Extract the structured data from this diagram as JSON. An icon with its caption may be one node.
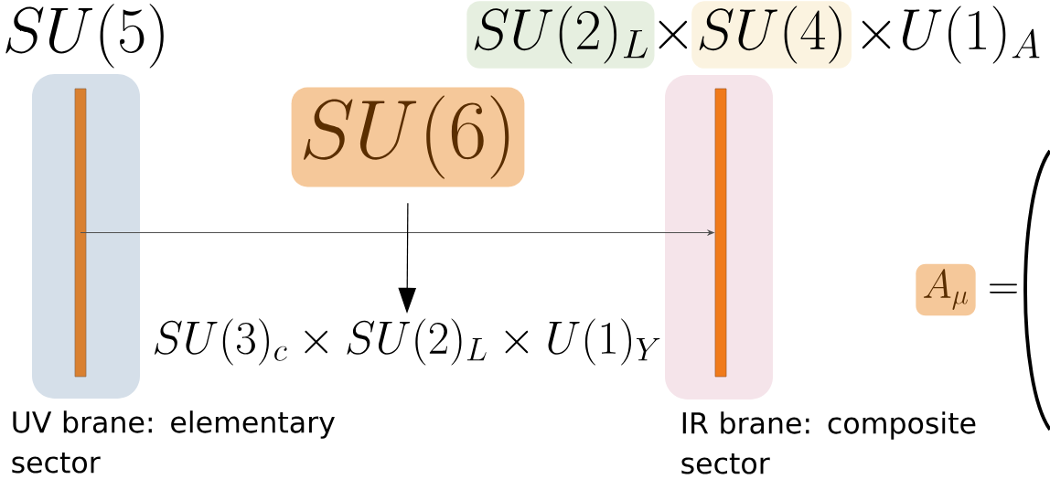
{
  "diagram": {
    "nodes": [
      {
        "text": [
          "SU(5)",
          "UV brane: elementary sector"
        ]
      },
      {
        "text": [],
        "shape": "bar",
        "in": 0
      },
      {
        "text": [
          "IR brane: composite sector"
        ]
      },
      {
        "text": [],
        "shape": "bar",
        "in": 2
      },
      {
        "text": [
          "SU(2)_L"
        ]
      },
      {
        "text": [
          "SU(4)"
        ]
      },
      {
        "text": [
          "SU(6)"
        ]
      },
      {
        "text": [
          "SU(3)_c \\times SU(2)_L \\times U(1)_Y"
        ]
      },
      {
        "text": [
          "A_\\mu"
        ]
      }
    ],
    "edges": [
      {
        "from": 1,
        "to": 3,
        "arrow": "to"
      },
      {
        "from": 6,
        "to": 7,
        "arrow": "to"
      }
    ],
    "labels": [
      "\\times",
      "\\times U(1)_A",
      "="
    ]
  }
}
